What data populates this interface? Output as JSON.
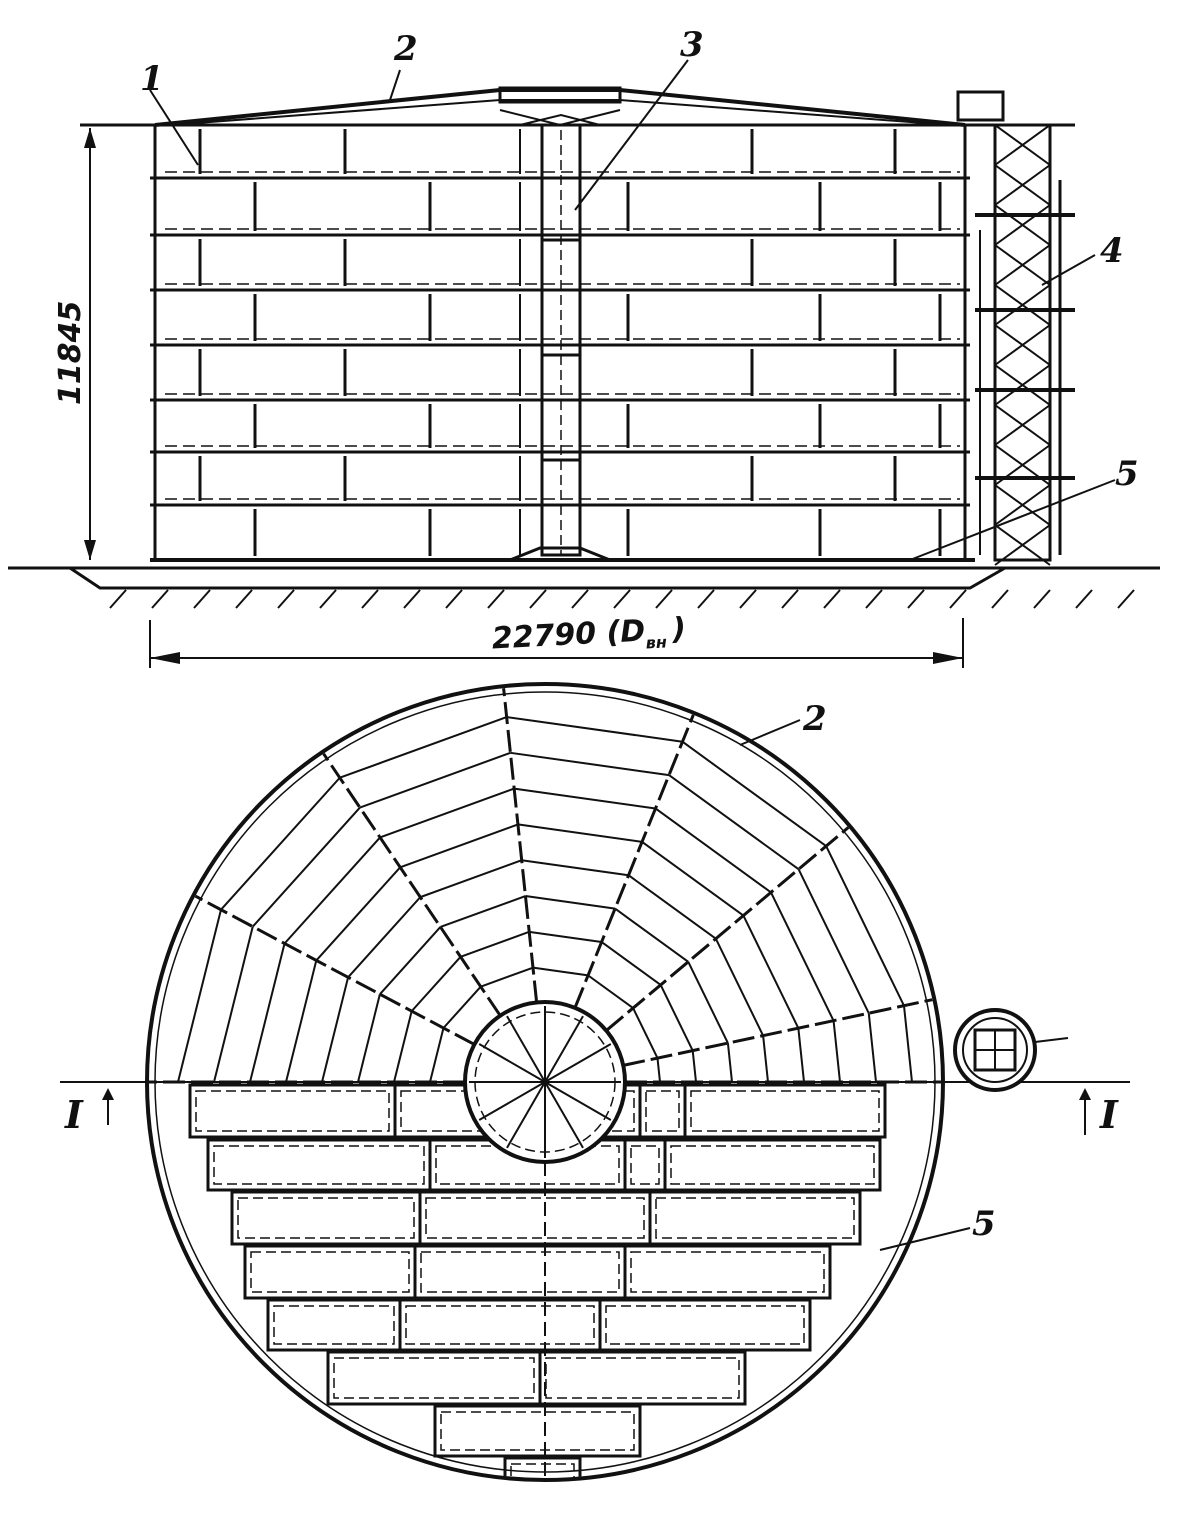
{
  "elevation": {
    "height_dimension": "11845",
    "diameter_dimension": "22790 (D",
    "diameter_subscript": "вн",
    "diameter_close": ")",
    "callouts": [
      "1",
      "2",
      "3",
      "4",
      "5"
    ]
  },
  "plan": {
    "callouts": [
      "2",
      "5"
    ],
    "section_marks": [
      "I",
      "I"
    ]
  },
  "colors": {
    "ink": "#111111",
    "paper": "#ffffff"
  }
}
